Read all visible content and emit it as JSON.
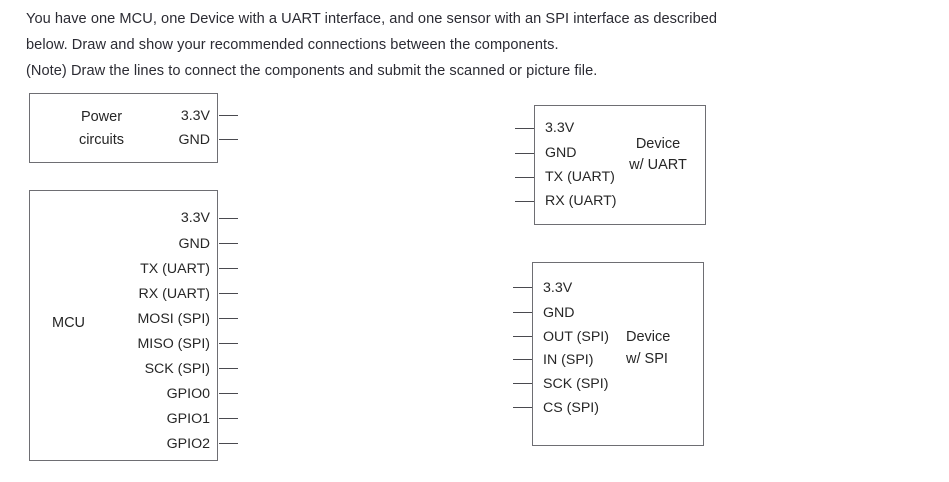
{
  "prompt": {
    "lines": [
      "You have one MCU, one Device with a UART interface, and one sensor with an SPI interface as described",
      "below. Draw and show your recommended connections between the components.",
      "(Note) Draw the lines to connect the components and submit the scanned or picture file."
    ]
  },
  "diagram": {
    "stroke_color": "#6e6e73",
    "text_color": "#262626",
    "blocks": {
      "power": {
        "name_line1": "Power",
        "name_line2": "circuits",
        "pins": [
          "3.3V",
          "GND"
        ]
      },
      "mcu": {
        "name": "MCU",
        "pins": [
          "3.3V",
          "GND",
          "TX (UART)",
          "RX (UART)",
          "MOSI (SPI)",
          "MISO (SPI)",
          "SCK (SPI)",
          "GPIO0",
          "GPIO1",
          "GPIO2"
        ]
      },
      "uart_device": {
        "name_line1": "Device",
        "name_line2": "w/ UART",
        "pins": [
          "3.3V",
          "GND",
          "TX (UART)",
          "RX (UART)"
        ]
      },
      "spi_device": {
        "name_line1": "Device",
        "name_line2": "w/ SPI",
        "pins": [
          "3.3V",
          "GND",
          "OUT (SPI)",
          "IN (SPI)",
          "SCK (SPI)",
          "CS (SPI)"
        ]
      }
    }
  }
}
